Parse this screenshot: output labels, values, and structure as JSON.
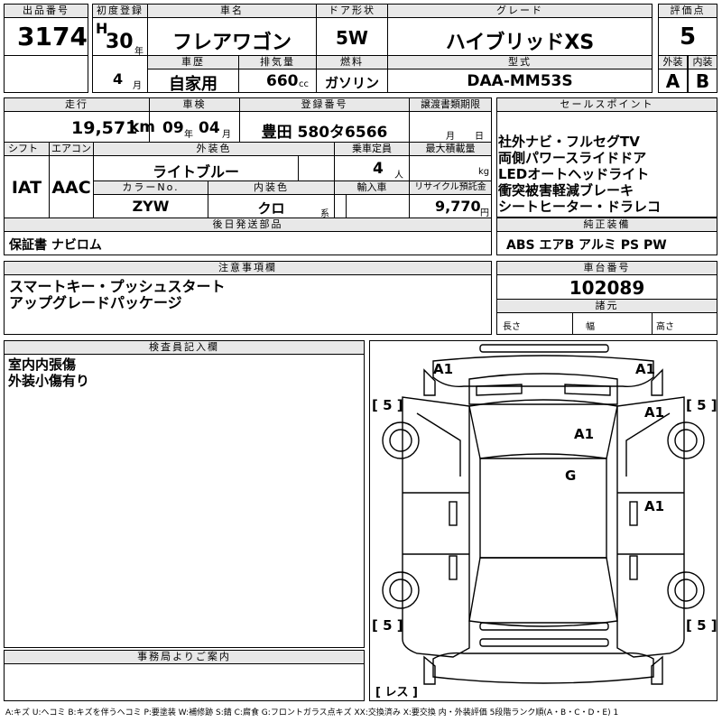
{
  "headers": {
    "lot_no": "出品番号",
    "first_reg": "初度登録",
    "car_name": "車名",
    "door": "ドア形状",
    "grade": "グレード",
    "score": "評価点",
    "history": "車歴",
    "displacement": "排気量",
    "fuel": "燃料",
    "model": "型式",
    "exterior": "外装",
    "interior": "内装",
    "mileage": "走行",
    "inspection": "車検",
    "reg_no": "登録番号",
    "transfer": "譲渡書類期限",
    "sales_point": "セールスポイント",
    "shift": "シフト",
    "aircon": "エアコン",
    "ext_color": "外装色",
    "capacity": "乗車定員",
    "max_load": "最大積載量",
    "color_no": "カラーNo.",
    "int_color": "内装色",
    "import": "輸入車",
    "recycle": "リサイクル預託金",
    "later_parts": "後日発送部品",
    "std_equip": "純正装備",
    "notes": "注意事項欄",
    "chassis_no": "車台番号",
    "dims": "諸元",
    "inspector": "検査員記入欄",
    "office": "事務局よりご案内"
  },
  "units": {
    "year": "年",
    "month": "月",
    "cc": "cc",
    "km": "km",
    "persons": "人",
    "kg": "kg",
    "yen": "円",
    "kei": "系",
    "length": "長さ",
    "width": "幅",
    "height": "高さ"
  },
  "lot_no": "3174",
  "first_reg": {
    "era": "H",
    "year": "30",
    "month": "4"
  },
  "car_name": "フレアワゴン",
  "door": "5W",
  "grade": "ハイブリッドXS",
  "score": "5",
  "history": "自家用",
  "displacement": "660",
  "fuel": "ガソリン",
  "model": "DAA-MM53S",
  "exterior_grade": "A",
  "interior_grade": "B",
  "mileage": "19,571",
  "inspection": {
    "year": "09",
    "month": "04"
  },
  "reg_no": "豊田 580タ6566",
  "transfer": {
    "month": "月",
    "day": "日"
  },
  "sales_points": "社外ナビ・フルセグTV\n両側パワースライドドア\nLEDオートヘッドライト\n衝突被害軽減ブレーキ\nシートヒーター・ドラレコ",
  "shift": "IAT",
  "aircon": "AAC",
  "ext_color": "ライトブルー",
  "capacity": "4",
  "color_no": "ZYW",
  "int_color": "クロ",
  "recycle": "9,770",
  "later_parts": "保証書 ナビロム",
  "std_equip": "ABS エアB アルミ PS PW",
  "notes": "スマートキー・プッシュスタート\nアップグレードパッケージ",
  "chassis_no": "102089",
  "inspector_notes": "室内内張傷\n外装小傷有り",
  "diagram": {
    "marks": [
      "A1",
      "A1",
      "A1",
      "A1",
      "G",
      "A1"
    ],
    "tire_marks": [
      "[ 5 ]",
      "[ 5 ]",
      "[ 5 ]",
      "[ 5 ]"
    ],
    "spare": "[ レス ]"
  },
  "legend": "A:キズ U:ヘコミ B:キズを伴うヘコミ P:要塗装 W:補修跡 S:錆 C:腐食 G:フロントガラス点キズ XX:交換済み X:要交換 内・外装評価 5段階ランク順(A・B・C・D・E) 1"
}
